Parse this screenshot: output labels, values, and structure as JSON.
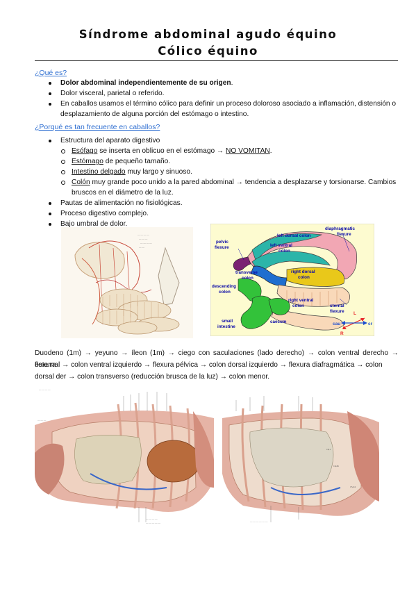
{
  "header": {
    "title_line1": "Síndrome abdominal agudo équino",
    "title_line2": "Cólico équino"
  },
  "section1": {
    "heading": "¿Qué es?",
    "bullet1": "Dolor abdominal independientemente de su origen",
    "bullet1_end": ".",
    "bullet2": "Dolor visceral, parietal o referido.",
    "bullet3_line1": "En caballos usamos el término cólico para definir un proceso doloroso asociado a inflamación, distensión o",
    "bullet3_line2": "desplazamiento de alguna porción del estómago o intestino."
  },
  "section2": {
    "heading": "¿Porqué es tan frecuente en caballos?",
    "b1": "Estructura del aparato digestivo",
    "s1_term": "Esófago",
    "s1_text": " se inserta en oblicuo en el estómago → ",
    "s1_emph": "NO VOMITAN",
    "s1_end": ".",
    "s2_term": "Estómago",
    "s2_text": " de pequeño tamaño.",
    "s3_term": "Intestino delgado",
    "s3_text": " muy largo y sinuoso.",
    "s4_term": "Colón",
    "s4_text": " muy grande poco unido a la pared abdominal → tendencia a desplazarse y torsionarse. Cambios",
    "s4_line2": "bruscos en el diámetro de la luz.",
    "b2": "Pautas de alimentación no fisiológicas.",
    "b3": "Proceso digestivo complejo.",
    "b4": "Bajo umbral de dolor."
  },
  "diagram": {
    "labels": {
      "left_dorsal": "left dorsal colon",
      "diaphragmatic": "diaphragmatic",
      "flexure": "flexure",
      "pelvic": "pelvic",
      "pelvic_flexure": "flexure",
      "left_ventral": "left ventral",
      "left_ventral_colon": "colon",
      "transverse": "transverse",
      "transverse_colon": "colon",
      "right_dorsal": "right dorsal",
      "right_dorsal_colon": "colon",
      "descending": "descending",
      "descending_colon": "colon",
      "right_ventral": "right ventral",
      "right_ventral_colon": "colon",
      "sternal": "sternal",
      "sternal_flexure": "flexure",
      "small": "small",
      "intestine": "intestine",
      "caecum": "caecum",
      "dir_L": "L",
      "dir_cau": "cau",
      "dir_cr": "cr",
      "dir_R": "R"
    },
    "colors": {
      "background": "#fdfbd0",
      "dorsal_colon_pink": "#f2a7b4",
      "ventral_colon_teal": "#2bb5a9",
      "transverse_blue": "#1e6ecf",
      "right_dorsal_yellow": "#e9c81a",
      "descending_green": "#33c23a",
      "caecum_peach": "#f9d9b9",
      "pelvic_purple": "#7b2272",
      "label_blue": "#0a0aa8"
    }
  },
  "paragraph": {
    "line1": "Duodeno (1m) → yeyuno → íleon (1m) → ciego con saculaciones (lado derecho) → colon ventral derecho → flexura",
    "line2": "esternal → colon ventral izquierdo → flexura pélvica → colon dorsal izquierdo → flexura diafragmática → colon",
    "line3": "dorsal der → colon transverso (reducción brusca de la luz) → colon menor."
  }
}
